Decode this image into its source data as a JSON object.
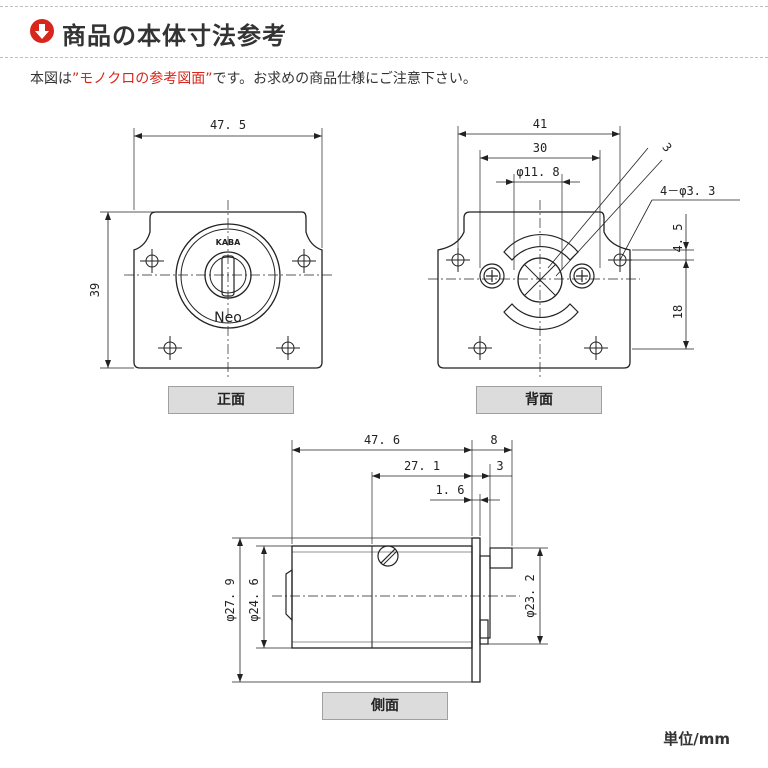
{
  "header": {
    "title": "商品の本体寸法参考",
    "icon": "down-arrow-circle-icon",
    "accent_color": "#d9261c"
  },
  "notice": {
    "before": "本図は",
    "highlight": "”モノクロの参考図面”",
    "after": "です。お求めの商品仕様にご注意下さい。"
  },
  "front": {
    "label": "正面",
    "dim_width": "47. 5",
    "dim_height": "39",
    "brand": "KABA",
    "model": "Neo"
  },
  "back": {
    "label": "背面",
    "dim_width": "41",
    "dim_inner": "30",
    "dim_dia": "φ11. 8",
    "dim_slot": "3",
    "dim_holes": "4－φ3. 3",
    "dim_offset": "4. 5",
    "dim_vertical": "18"
  },
  "side": {
    "label": "側面",
    "dim_total": "47. 6",
    "dim_tail": "8",
    "dim_body": "27. 1",
    "dim_step": "3",
    "dim_flange": "1. 6",
    "dim_outer_dia": "φ27. 9",
    "dim_inner_dia": "φ24. 6",
    "dim_shaft_dia": "φ23. 2"
  },
  "unit": "単位/mm"
}
